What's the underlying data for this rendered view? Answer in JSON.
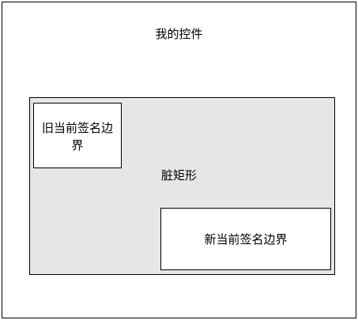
{
  "control": {
    "title": "我的控件"
  },
  "dirty_rect": {
    "label": "脏矩形",
    "fill_color": "#e6e6e6"
  },
  "old_bounds": {
    "label": "旧当前签名边界"
  },
  "new_bounds": {
    "label": "新当前签名边界"
  }
}
